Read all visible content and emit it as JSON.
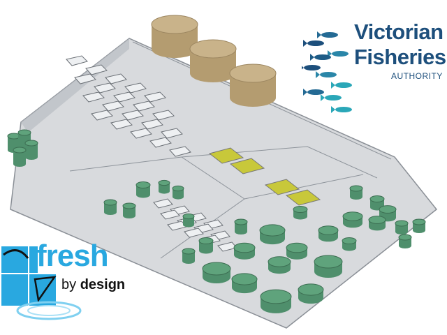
{
  "logos": {
    "vfa": {
      "line1": "Victorian",
      "line2": "Fisheries",
      "line3": "AUTHORITY"
    },
    "fbd": {
      "word": "fresh",
      "by": "by",
      "design": "design"
    }
  },
  "colors": {
    "vfa_navy": "#1d4f7c",
    "vfa_teal": "#2aa7b8",
    "fbd_blue": "#29a8e0",
    "tank_green": "#5fa37c",
    "silo": "#c9b38a",
    "platform": "#c8c83a"
  }
}
